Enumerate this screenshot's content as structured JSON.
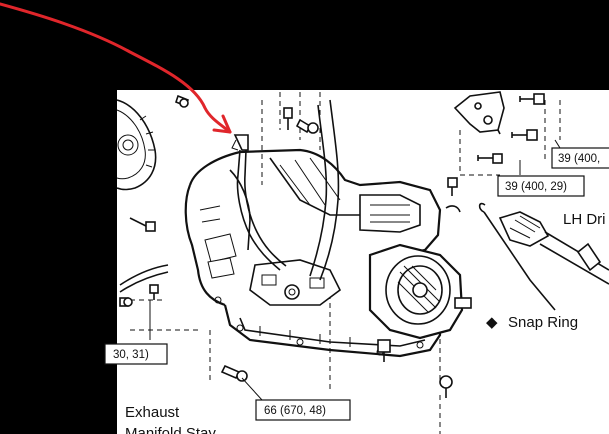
{
  "labels": {
    "torque_39_top": "39 (400,",
    "torque_39_mid": "39 (400, 29)",
    "lh_drive": "LH Dri",
    "snap_ring": "Snap Ring",
    "snap_ring_marker": "◆",
    "torque_left": "30, 31)",
    "torque_66": "66 (670, 48)",
    "exhaust_line1": "Exhaust",
    "exhaust_line2": "Manifold Stay"
  },
  "colors": {
    "annotation_arrow": "#e0262b",
    "line_art": "#111111",
    "paper": "#ffffff",
    "background": "#000000"
  }
}
